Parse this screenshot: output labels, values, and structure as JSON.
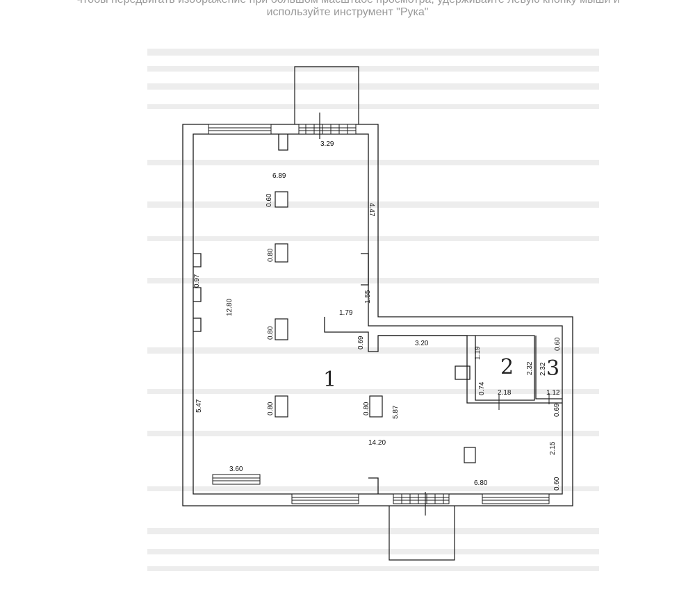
{
  "viewer": {
    "hint_line_1": "Чтобы передвигать изображение при большом масштабе просмотра, удерживайте левую кнопку мыши и",
    "hint_line_2": "используйте инструмент \"Рука\""
  },
  "plan": {
    "rooms": [
      {
        "id": "1",
        "label": "1"
      },
      {
        "id": "2",
        "label": "2"
      },
      {
        "id": "3",
        "label": "3"
      }
    ],
    "dimensions": [
      "3.29",
      "6.89",
      "0.60",
      "4.47",
      "0.80",
      "0.97",
      "1.55",
      "12.80",
      "1.79",
      "0.80",
      "0.69",
      "3.20",
      "1.19",
      "2.32",
      "0.60",
      "2.32",
      "0.74",
      "2.18",
      "1.12",
      "5.47",
      "0.80",
      "0.80",
      "5.87",
      "0.69",
      "14.20",
      "2.15",
      "3.60",
      "6.80",
      "0.60"
    ],
    "colors": {
      "wall": "#1a1a1a",
      "watermark": "#ededed",
      "hint": "#9a9a9a"
    }
  }
}
